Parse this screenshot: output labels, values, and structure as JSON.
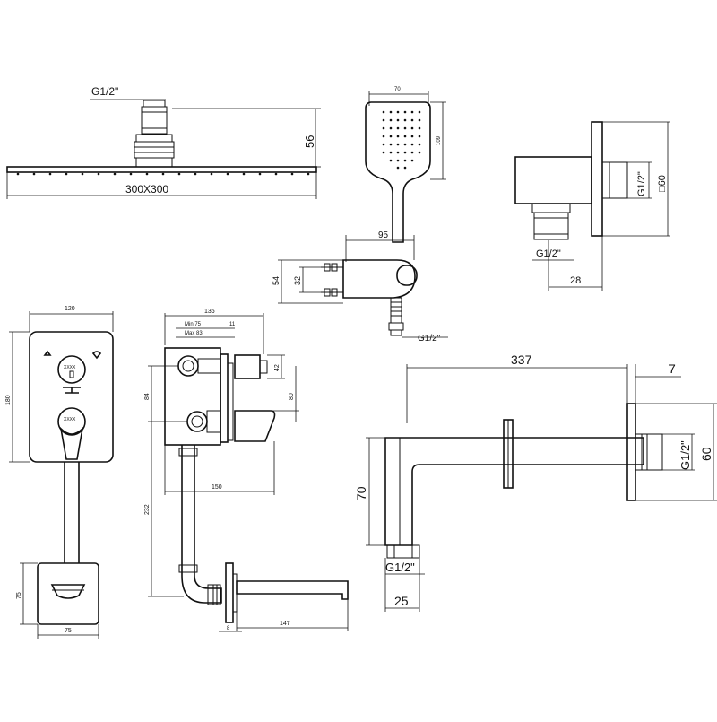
{
  "shower_head": {
    "thread": "G1/2\"",
    "height": "56",
    "size": "300X300"
  },
  "hand_shower": {
    "head_width": "70",
    "head_height": "109",
    "hose_thread": "G1/2\"",
    "holder_length": "95",
    "holder_height": "54",
    "holder_spacing": "32"
  },
  "wall_outlet": {
    "thread_top": "G1/2\"",
    "thread_bottom": "G1/2\"",
    "square": "□60",
    "depth": "28"
  },
  "mixer_front": {
    "plate_width": "120",
    "plate_height": "180",
    "spout_width": "75",
    "spout_height": "75",
    "brand_label": "XXXX"
  },
  "mixer_side": {
    "depth": "136",
    "min": "Min 75",
    "max": "Max 83",
    "plate": "11",
    "d42": "42",
    "d84": "84",
    "d80": "80",
    "d150": "150",
    "d232": "232",
    "d147": "147",
    "d8": "8"
  },
  "shower_arm": {
    "length": "337",
    "flange": "7",
    "height": "70",
    "thread_side": "G1/2\"",
    "square": "60",
    "thread_bottom": "G1/2\"",
    "pipe": "25"
  }
}
